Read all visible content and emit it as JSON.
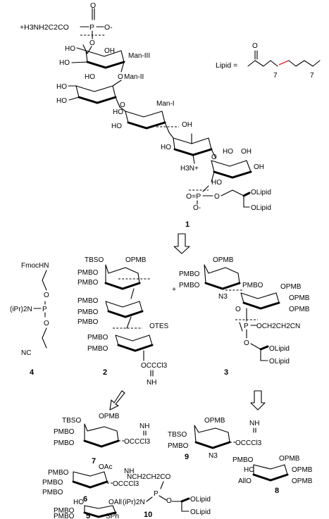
{
  "compounds": [
    {
      "id": "c1",
      "number": "1"
    },
    {
      "id": "c2",
      "number": "2"
    },
    {
      "id": "c3",
      "number": "3"
    },
    {
      "id": "c4",
      "number": "4"
    },
    {
      "id": "c5",
      "number": "5"
    },
    {
      "id": "c6",
      "number": "6"
    },
    {
      "id": "c7",
      "number": "7"
    },
    {
      "id": "c8",
      "number": "8"
    },
    {
      "id": "c9",
      "number": "9"
    },
    {
      "id": "c10",
      "number": "10"
    }
  ],
  "plus_sign": "+",
  "lipid_definition": {
    "label": "Lipid =",
    "chain_count_1": "7",
    "chain_count_2": "7",
    "carbonyl": "O"
  },
  "residue_labels": {
    "man3": "Man-III",
    "man2": "Man-II",
    "man1": "Man-I"
  },
  "c1_labels": {
    "ethanolamine": "+H3NH2C2CO",
    "phosphate_p": "P",
    "phosphate_o_top": "O",
    "phosphate_o_minus": "O-",
    "ho": "HO",
    "ho_oh": "HO",
    "oh": "OH",
    "amine": "H3N+",
    "h2n": "H3N",
    "phosphate_lower": "O=P",
    "o_minus_lower": "O-",
    "olipid_1": "OLipid",
    "olipid_2": "OLipid"
  },
  "c2_labels": {
    "tbso": "TBSO",
    "opmb": "OPMB",
    "pmbo": "PMBO",
    "otes": "OTES",
    "occcl3": "OCCCl3",
    "nh": "NH"
  },
  "c3_labels": {
    "pmbo": "PMBO",
    "opmb": "OPMB",
    "n3": "N3",
    "cn_chain": "OCH2CH2CN",
    "olipid_1": "OLipid",
    "olipid_2": "OLipid",
    "p": "P",
    "o": "O"
  },
  "c4_labels": {
    "fmochn": "FmocHN",
    "amine": "(iPr)2N",
    "p": "P",
    "o": "O",
    "nc": "NC"
  },
  "c5_labels": {
    "ho": "HO",
    "oall": "OAll",
    "pmbo": "PMBO",
    "sph": "SPh"
  },
  "c6_labels": {
    "pmbo": "PMBO",
    "oac": "OAc",
    "nh": "NH",
    "occcl3": "OCCCl3"
  },
  "c7_labels": {
    "tbso": "TBSO",
    "opmb": "OPMB",
    "pmbo": "PMBO",
    "nh": "NH",
    "occcl3": "OCCCl3"
  },
  "c8_labels": {
    "pmbo": "PMBO",
    "opmb": "OPMB",
    "ho": "HO",
    "allo": "AllO"
  },
  "c9_labels": {
    "tbso": "TBSO",
    "opmb": "OPMB",
    "pmbo": "PMBO",
    "n3": "N3",
    "nh": "NH",
    "occcl3": "OCCCl3"
  },
  "c10_labels": {
    "ncchain": "NCH2CH2CO",
    "amine": "(iPr)2N",
    "p": "P",
    "o": "O",
    "olipid_1": "OLipid",
    "olipid_2": "OLipid"
  }
}
